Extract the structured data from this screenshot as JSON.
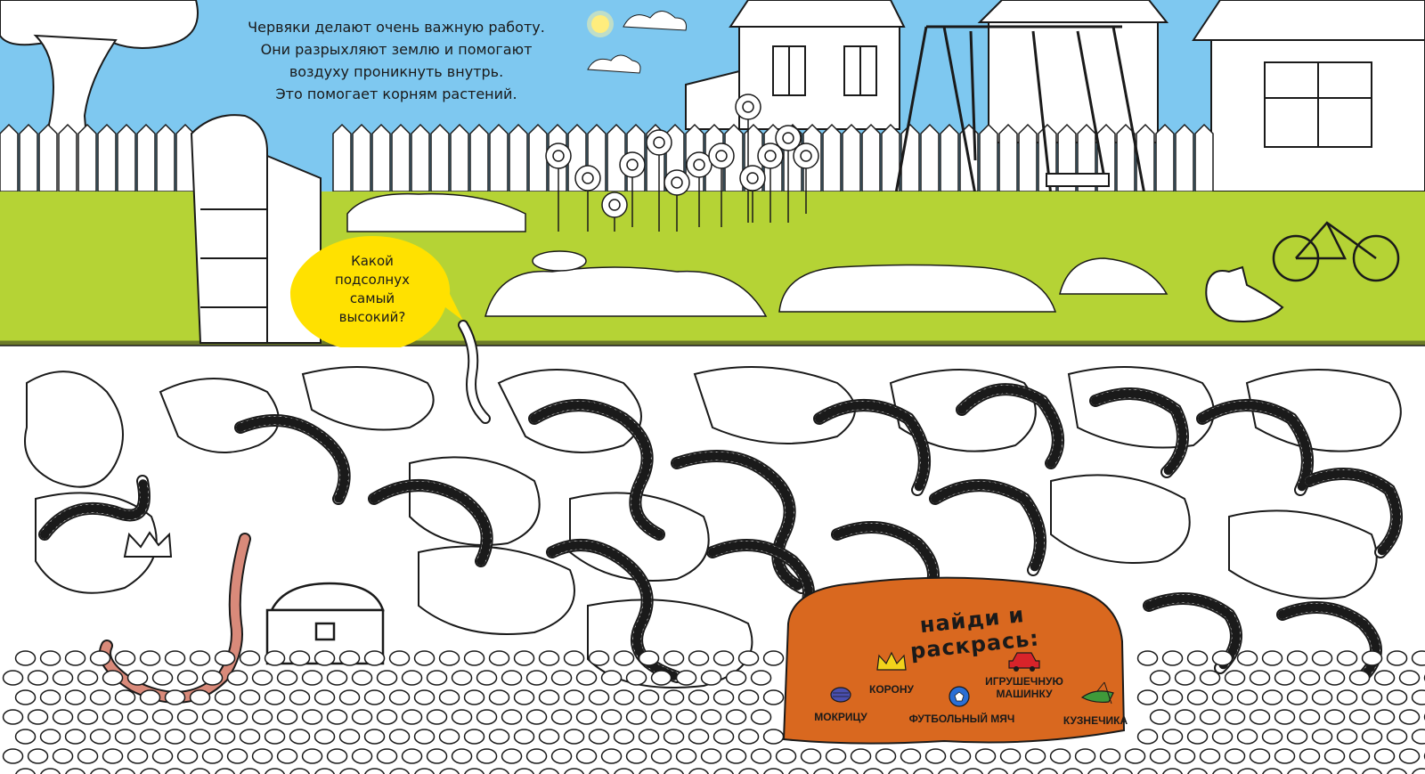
{
  "intro": {
    "lines": [
      "Червяки делают очень важную работу.",
      "Они разрыхляют землю и помогают",
      "воздуху проникнуть внутрь.",
      "Это помогает корням растений."
    ]
  },
  "question": {
    "lines": [
      "Какой",
      "подсолнух",
      "самый",
      "высокий?"
    ]
  },
  "find_panel": {
    "title": "найди и раскрась:",
    "items": [
      {
        "label": "МОКРИЦУ",
        "icon": "woodlouse-icon",
        "color": "#4a4fb0"
      },
      {
        "label": "КОРОНУ",
        "icon": "crown-icon",
        "color": "#f2d31b"
      },
      {
        "label": "ФУТБОЛЬНЫЙ МЯЧ",
        "icon": "football-icon",
        "color": "#2a6fd6"
      },
      {
        "label": "ИГРУШЕЧНУЮ МАШИНКУ",
        "icon": "toy-car-icon",
        "color": "#d8232a"
      },
      {
        "label": "КУЗНЕЧИКА",
        "icon": "grasshopper-icon",
        "color": "#3f9a3a"
      }
    ],
    "label_lines": {
      "car": [
        "ИГРУШЕЧНУЮ",
        "МАШИНКУ"
      ]
    }
  },
  "colors": {
    "sky": "#7ec8f0",
    "grass": "#b5d335",
    "bubble": "#ffe100",
    "panel": "#d9681f",
    "outline": "#1a1a1a",
    "soil_line": "#6c7a2a"
  }
}
